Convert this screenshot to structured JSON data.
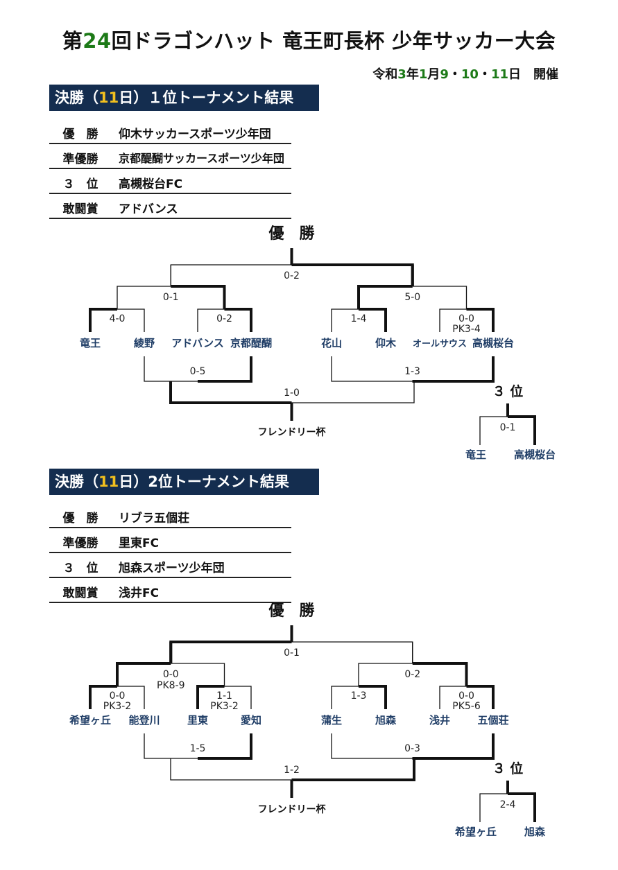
{
  "header": {
    "title_prefix": "第",
    "title_num": "24",
    "title_suffix": "回ドラゴンハット 竜王町長杯 少年サッカー大会",
    "dates": [
      {
        "t": "令和",
        "c": "k"
      },
      {
        "t": "3",
        "c": "g"
      },
      {
        "t": "年",
        "c": "k"
      },
      {
        "t": "1",
        "c": "g"
      },
      {
        "t": "月",
        "c": "k"
      },
      {
        "t": "9",
        "c": "g"
      },
      {
        "t": "・",
        "c": "k"
      },
      {
        "t": "10",
        "c": "g"
      },
      {
        "t": "・",
        "c": "k"
      },
      {
        "t": "11",
        "c": "g"
      },
      {
        "t": "日　開催",
        "c": "k"
      }
    ]
  },
  "colors": {
    "navy": "#142d4f",
    "team": "#1f3d66",
    "green": "#1d7a18",
    "yellow": "#f2c01e"
  },
  "section1": {
    "banner_a": "決勝（",
    "banner_day": "11",
    "banner_b": "日）１位トーナメント結果",
    "results": [
      {
        "label": "優　勝",
        "value": "仰木サッカースポーツ少年団"
      },
      {
        "label": "準優勝",
        "value": "京都醍醐サッカースポーツ少年団"
      },
      {
        "label": "３　位",
        "value": "高槻桜台FC"
      },
      {
        "label": "敢闘賞",
        "value": "アドバンス"
      }
    ],
    "champion_label": "優　勝",
    "final_score": "0-2",
    "semi_scores": [
      "0-1",
      "5-0"
    ],
    "qf_scores": [
      "4-0",
      "0-2",
      "1-4",
      "0-0"
    ],
    "qf_pk": "PK3-4",
    "teams": [
      "竜王",
      "綾野",
      "アドバンス",
      "京都醍醐",
      "花山",
      "仰木",
      "オールサウス",
      "高槻桜台"
    ],
    "friendly_scores": [
      "0-5",
      "1-3"
    ],
    "friendly_final": "1-0",
    "friendly_label": "フレンドリー杯",
    "third_label": "３ 位",
    "third_score": "0-1",
    "third_teams": [
      "竜王",
      "高槻桜台"
    ]
  },
  "section2": {
    "banner_a": "決勝（",
    "banner_day": "11",
    "banner_b": "日）2位トーナメント結果",
    "results": [
      {
        "label": "優　勝",
        "value": "リブラ五個荘"
      },
      {
        "label": "準優勝",
        "value": "里東FC"
      },
      {
        "label": "３　位",
        "value": "旭森スポーツ少年団"
      },
      {
        "label": "敢闘賞",
        "value": "浅井FC"
      }
    ],
    "champion_label": "優　勝",
    "final_score": "0-1",
    "semi_scores": [
      "0-0",
      "0-2"
    ],
    "semi_pk": "PK8-9",
    "qf_scores": [
      "0-0",
      "1-1",
      "1-3",
      "0-0"
    ],
    "qf_pks": [
      "PK3-2",
      "PK3-2",
      "PK5-6"
    ],
    "teams": [
      "希望ヶ丘",
      "能登川",
      "里東",
      "愛知",
      "蒲生",
      "旭森",
      "浅井",
      "五個荘"
    ],
    "friendly_scores": [
      "1-5",
      "0-3"
    ],
    "friendly_final": "1-2",
    "friendly_label": "フレンドリー杯",
    "third_label": "３ 位",
    "third_score": "2-4",
    "third_teams": [
      "希望ヶ丘",
      "旭森"
    ]
  }
}
